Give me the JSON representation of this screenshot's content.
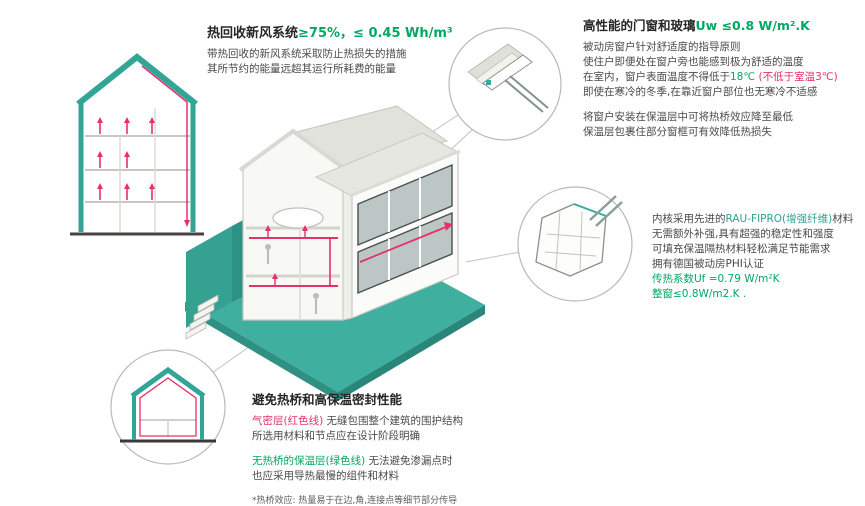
{
  "colors": {
    "teal": "#33a596",
    "red": "#e5306a",
    "green": "#00a862"
  },
  "blocks": {
    "heat_recovery": {
      "title_black": "热回收新风系统",
      "title_green": "≥75%，≤ 0.45 Wh/m³",
      "body": [
        "带热回收的新风系统采取防止热损失的措施",
        "其所节约的能量远超其运行所耗费的能量"
      ]
    },
    "windows": {
      "title_black": "高性能的门窗和玻璃",
      "title_green": "Uw ≤0.8 W/m².K",
      "line1": "被动房窗户针对舒适度的指导原则",
      "line2": "使住户即便处在窗户旁也能感到极为舒适的温度",
      "line3_pre": "在室内，窗户表面温度不得低于",
      "line3_green": "18℃",
      "line3_red": " (不低于室温3℃)",
      "line4": "即使在寒冷的冬季,在靠近窗户部位也无寒冷不适感",
      "line5": "将窗户安装在保温层中可将热桥效应降至最低",
      "line6": "保温层包裹住部分窗框可有效降低热损失"
    },
    "profile": {
      "line1_pre": "内核采用先进的",
      "line1_teal": "RAU-FIPRO(增强纤维)",
      "line1_post": "材料",
      "line2": "无需额外补强,具有超强的稳定性和强度",
      "line3": "可填充保温隔热材料轻松满足节能需求",
      "line4": "拥有德国被动房PHI认证",
      "line5": "传热系数Uf =0.79 W/m²K",
      "line6": "整窗≤0.8W/m2.K ."
    },
    "thermal": {
      "title": "避免热桥和高保温密封性能",
      "line1_red": "气密层(红色线)",
      "line1_rest": " 无缝包围整个建筑的围护结构",
      "line2": "所选用材料和节点应在设计阶段明确",
      "line3_green": "无热桥的保温层(绿色线)",
      "line3_rest": " 无法避免渗漏点时",
      "line4": "也应采用导热最慢的组件和材料",
      "note": "*热桥效应: 热量易于在边,角,连接点等细节部分传导"
    }
  }
}
